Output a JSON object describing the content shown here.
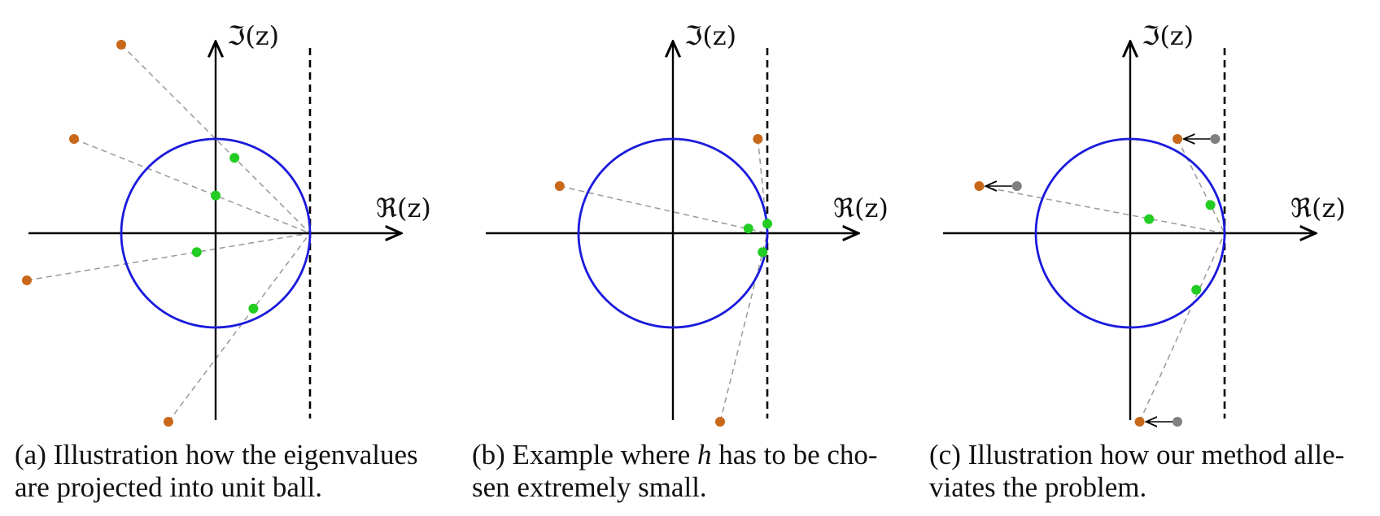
{
  "axis_labels": {
    "real": "ℜ(z)",
    "imag": "ℑ(z)"
  },
  "colors": {
    "circle": "#1a1adc",
    "orange": "#c8681a",
    "green": "#22cc22",
    "gray": "#808080",
    "axis": "#000000",
    "dashline": "#999999"
  },
  "panels": [
    {
      "id": "a",
      "caption": {
        "line1": "(a) Illustration how the eigenvalues",
        "line2": "are projected into unit ball."
      },
      "eigenvalues": [
        [
          -1.0,
          2.0
        ],
        [
          -1.5,
          1.0
        ],
        [
          -2.0,
          -0.5
        ],
        [
          -0.5,
          -2.0
        ]
      ],
      "projected": [
        [
          0.2,
          0.8
        ],
        [
          0.0,
          0.4
        ],
        [
          -0.2,
          -0.2
        ],
        [
          0.4,
          -0.8
        ]
      ],
      "shifts": []
    },
    {
      "id": "b",
      "caption": {
        "line1": "(b) Example where h has to be cho-",
        "line2": "sen extremely small."
      },
      "eigenvalues": [
        [
          0.9,
          1.0
        ],
        [
          -1.2,
          0.5
        ],
        [
          0.5,
          -2.0
        ]
      ],
      "projected": [
        [
          1.0,
          0.1
        ],
        [
          0.8,
          0.05
        ],
        [
          0.95,
          -0.2
        ]
      ],
      "shifts": []
    },
    {
      "id": "c",
      "caption": {
        "line1": "(c) Illustration how our method alle-",
        "line2": "viates the problem."
      },
      "eigenvalues": [
        [
          0.5,
          1.0
        ],
        [
          -1.6,
          0.5
        ],
        [
          0.1,
          -2.0
        ]
      ],
      "projected": [
        [
          0.85,
          0.3
        ],
        [
          0.2,
          0.15
        ],
        [
          0.7,
          -0.6
        ]
      ],
      "shifts": [
        [
          0.9,
          1.0
        ],
        [
          -1.2,
          0.5
        ],
        [
          0.5,
          -2.0
        ]
      ]
    }
  ]
}
